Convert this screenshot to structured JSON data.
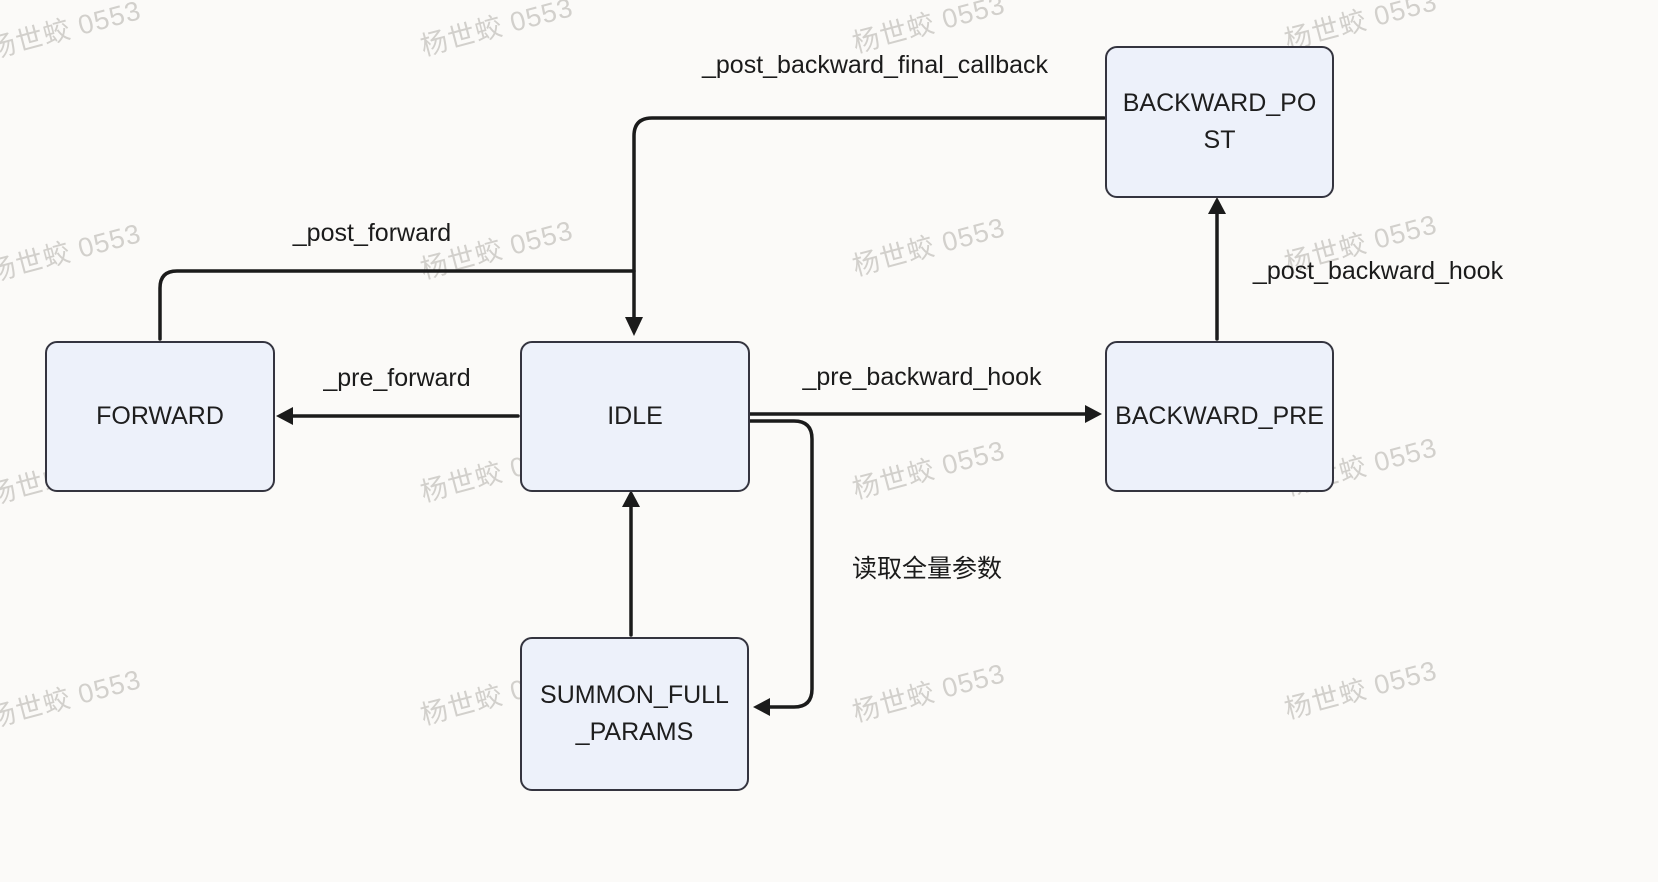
{
  "diagram": {
    "nodes": [
      {
        "id": "forward",
        "label": "FORWARD",
        "lines": [
          "FORWARD"
        ]
      },
      {
        "id": "idle",
        "label": "IDLE",
        "lines": [
          "IDLE"
        ]
      },
      {
        "id": "backward_pre",
        "label": "BACKWARD_PRE",
        "lines": [
          "BACKWARD_PRE"
        ]
      },
      {
        "id": "backward_post",
        "label": "BACKWARD_POST",
        "lines": [
          "BACKWARD_PO",
          "ST"
        ]
      },
      {
        "id": "summon_full_params",
        "label": "SUMMON_FULL_PARAMS",
        "lines": [
          "SUMMON_FULL",
          "_PARAMS"
        ]
      }
    ],
    "edges": [
      {
        "from": "forward",
        "to": "idle",
        "label": "_post_forward"
      },
      {
        "from": "idle",
        "to": "forward",
        "label": "_pre_forward"
      },
      {
        "from": "idle",
        "to": "backward_pre",
        "label": "_pre_backward_hook"
      },
      {
        "from": "backward_pre",
        "to": "backward_post",
        "label": "_post_backward_hook"
      },
      {
        "from": "backward_post",
        "to": "idle",
        "label": "_post_backward_final_callback"
      },
      {
        "from": "idle",
        "to": "summon_full_params",
        "label": "读取全量参数"
      },
      {
        "from": "summon_full_params",
        "to": "idle",
        "label": ""
      }
    ],
    "colors": {
      "background": "#fbfaf8",
      "node_fill": "#edf1fa",
      "node_border": "#34343f",
      "arrow": "#1b1b1b",
      "text": "#1e1e1e",
      "watermark": "#d2d0cc"
    }
  },
  "watermark": {
    "text": "杨世蛟 0553"
  }
}
